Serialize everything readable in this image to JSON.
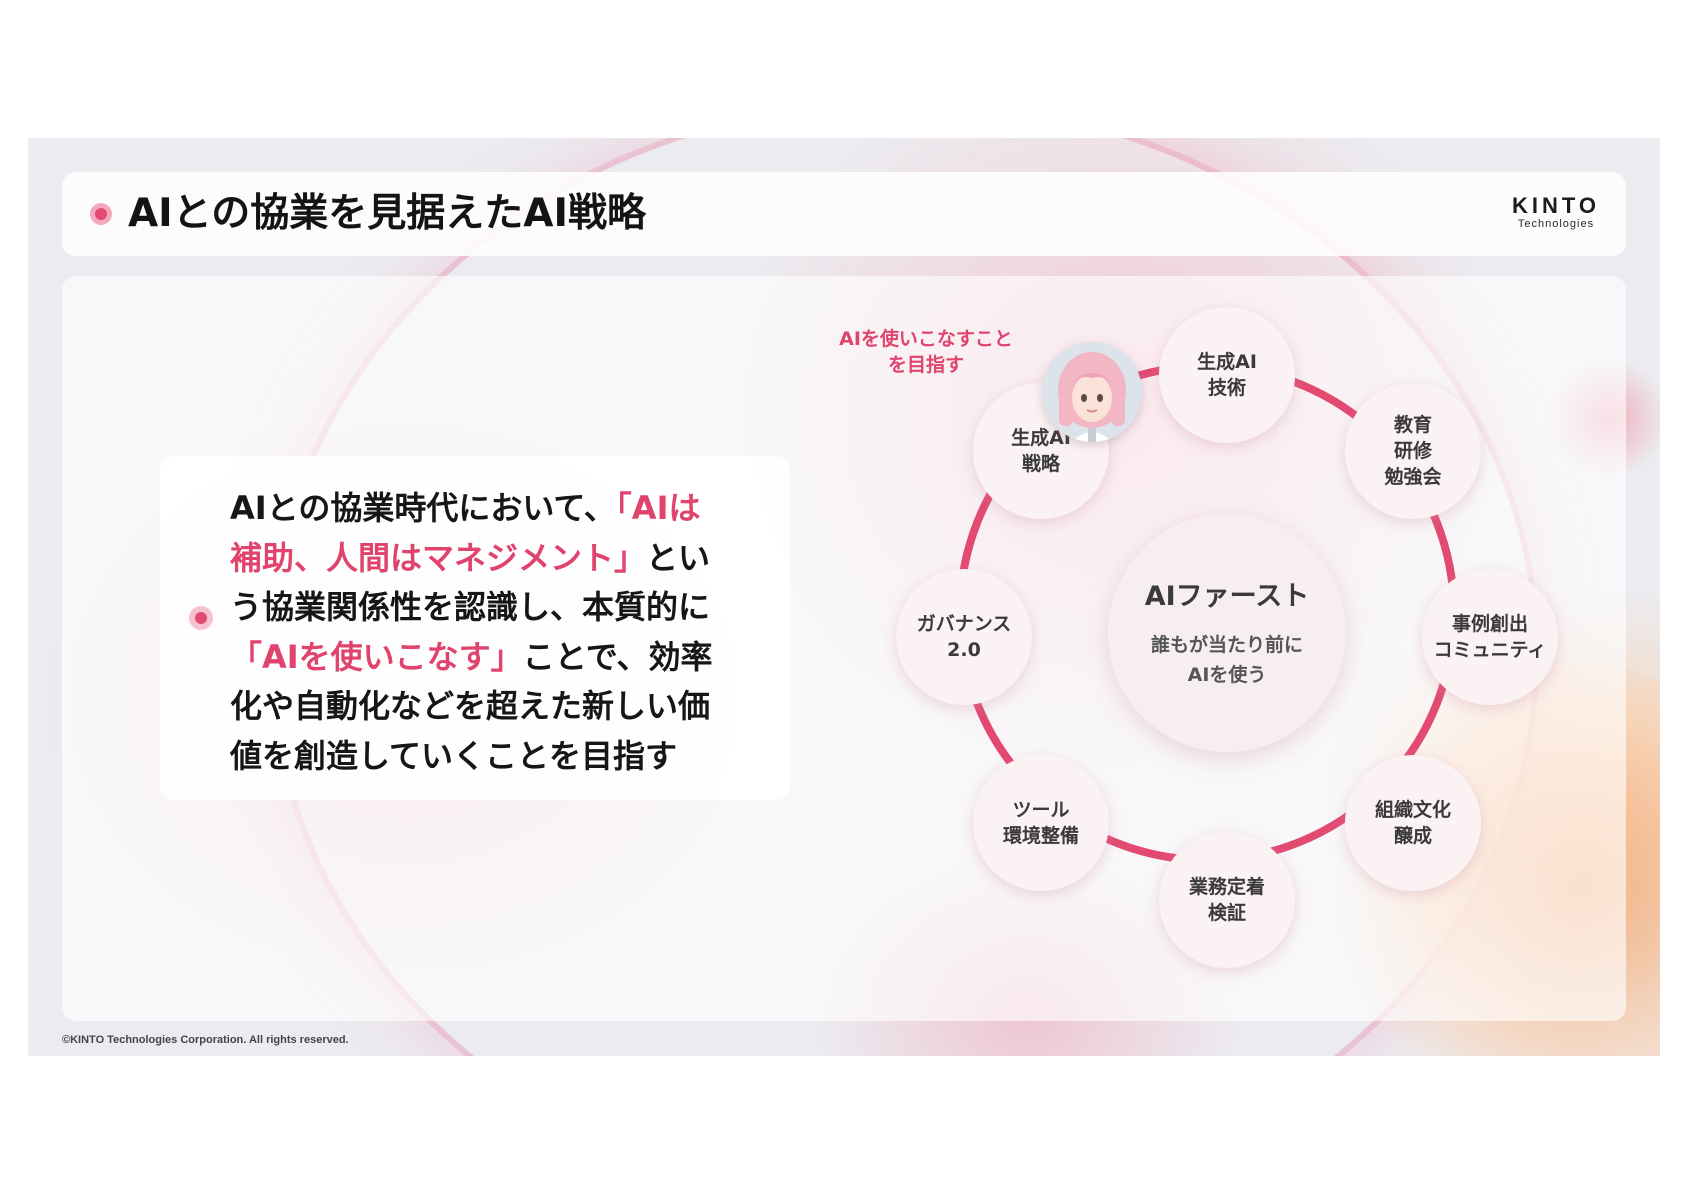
{
  "header": {
    "title": "AIとの協業を見据えたAI戦略",
    "logo_main": "KINTO",
    "logo_sub": "Technologies"
  },
  "message": {
    "line1_a": "AIとの協業時代において、",
    "line1_b": "「AIは",
    "line2_a": "補助、人間はマネジメント」",
    "line2_b": "とい",
    "line3": "う協業関係性を認識し、本質的に",
    "line4_a": "「AIを使いこなす」",
    "line4_b": "ことで、効率",
    "line5": "化や自動化などを超えた新しい価",
    "line6": "値を創造していくことを目指す"
  },
  "diagram": {
    "center_title": "AIファースト",
    "center_sub": "誰もが当たり前に\nAIを使う",
    "ai_note": "AIを使いこなすこと\nを目指す",
    "avatar_icon": "ai-character-avatar",
    "nodes": [
      "生成AI\n技術",
      "教育\n研修\n勉強会",
      "事例創出\nコミュニティ",
      "組織文化\n醸成",
      "業務定着\n検証",
      "ツール\n環境整備",
      "ガバナンス\n2.0",
      "生成AI\n戦略"
    ]
  },
  "footer": {
    "copyright": "©KINTO Technologies Corporation. All rights reserved."
  },
  "colors": {
    "accent": "#e24a72",
    "highlight_text": "#e0436c",
    "node_bg": "#fbf2f4"
  }
}
